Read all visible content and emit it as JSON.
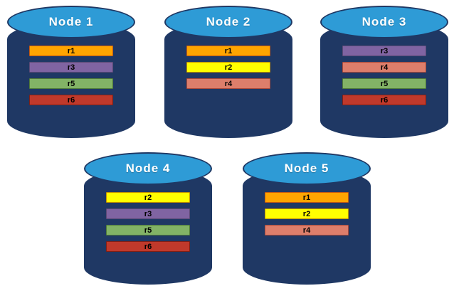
{
  "colors": {
    "background": "#ffffff",
    "cylinder_body": "#1f3864",
    "cylinder_top": "#2e9bd6",
    "node_label_text": "#ffffff",
    "record_text": "#000000"
  },
  "records": {
    "r1": {
      "fill": "#ffa500",
      "border": "#c55a11"
    },
    "r2": {
      "fill": "#ffff00",
      "border": "#bf9000"
    },
    "r3": {
      "fill": "#8064a2",
      "border": "#5b4a76"
    },
    "r4": {
      "fill": "#dd7e6b",
      "border": "#a8493a"
    },
    "r5": {
      "fill": "#82b366",
      "border": "#4f7a3a"
    },
    "r6": {
      "fill": "#c0392b",
      "border": "#7f1f16"
    }
  },
  "nodes": [
    {
      "label": "Node 1",
      "records": [
        "r1",
        "r3",
        "r5",
        "r6"
      ]
    },
    {
      "label": "Node 2",
      "records": [
        "r1",
        "r2",
        "r4"
      ]
    },
    {
      "label": "Node 3",
      "records": [
        "r3",
        "r4",
        "r5",
        "r6"
      ]
    },
    {
      "label": "Node 4",
      "records": [
        "r2",
        "r3",
        "r5",
        "r6"
      ]
    },
    {
      "label": "Node 5",
      "records": [
        "r1",
        "r2",
        "r4"
      ]
    }
  ]
}
